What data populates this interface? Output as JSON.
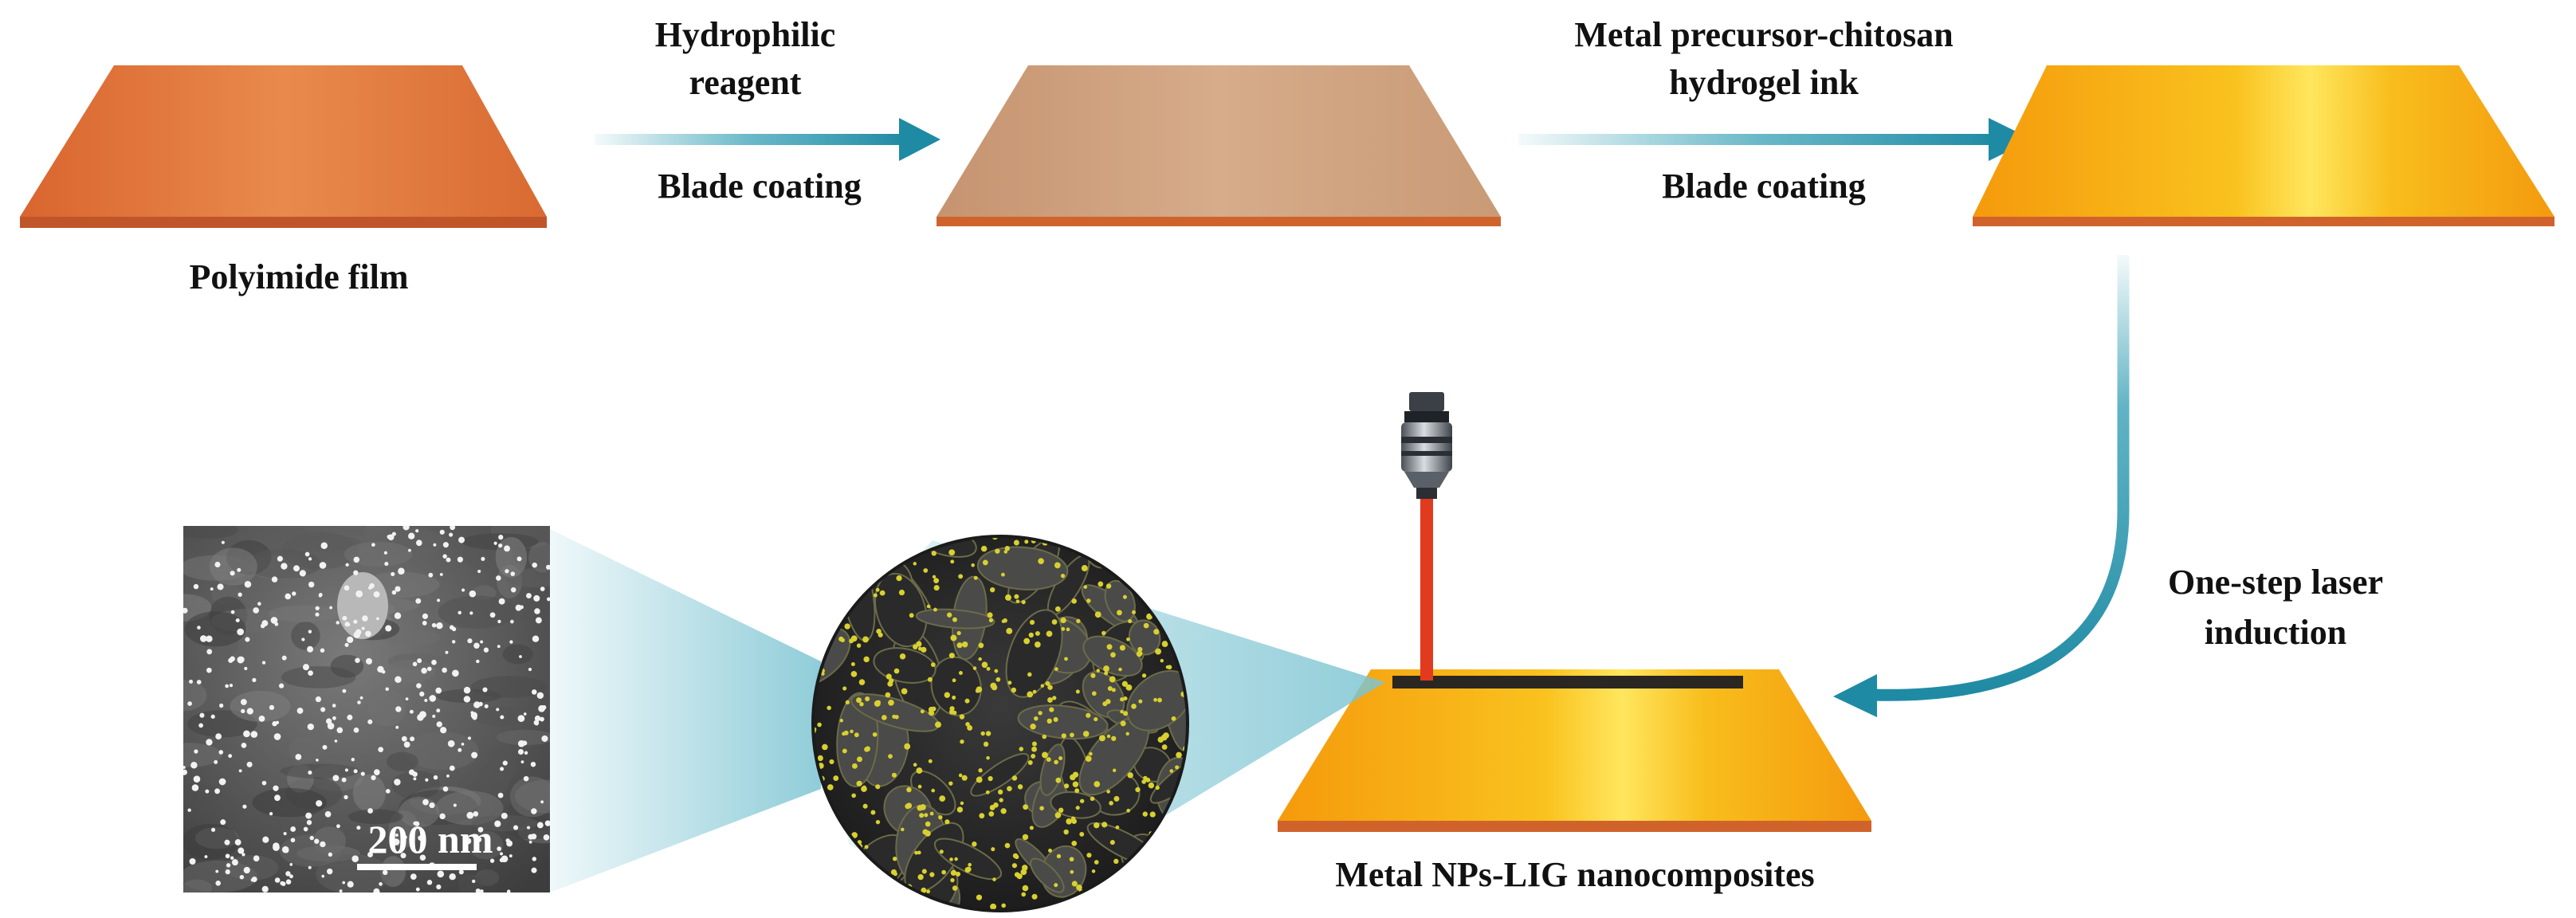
{
  "labels": {
    "polyimide_film": "Polyimide film",
    "step1_line1": "Hydrophilic",
    "step1_line2": "reagent",
    "step1_method": "Blade coating",
    "step2_line1": "Metal precursor-chitosan",
    "step2_line2": "hydrogel ink",
    "step2_method": "Blade coating",
    "step3_line1": "One-step laser",
    "step3_line2": "induction",
    "product": "Metal NPs-LIG nanocomposites",
    "scale_bar": "200 nm"
  },
  "colors": {
    "polyimide": "#e0733a",
    "polyimide_edge": "#c9582a",
    "hydrophilic_coated": "#c99a76",
    "hydrogel_coated": "#f7b21c",
    "hydrogel_highlight": "#ffe25a",
    "arrow": "#2a9ab0",
    "laser": "#e23a1e",
    "lig_track": "#2a2622",
    "nanoparticles": "#d8d030",
    "sem_background": "#5a5a5a"
  },
  "icons": {
    "laser_head": "laser-objective-icon"
  }
}
